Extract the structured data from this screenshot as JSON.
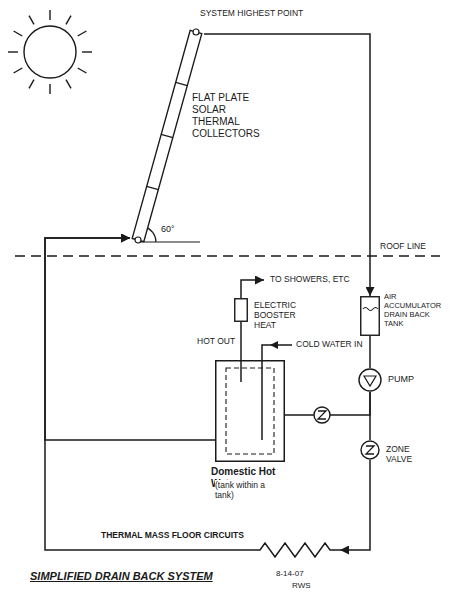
{
  "diagram": {
    "title": "SIMPLIFIED DRAIN BACK SYSTEM",
    "nodes": [
      {
        "text": [
          "FLAT PLATE SOLAR THERMAL COLLECTORS"
        ]
      },
      {
        "text": [
          "AIR ACCUMULATOR DRAIN BACK TANK"
        ]
      },
      {
        "text": [
          "ELECTRIC BOOSTER HEAT"
        ]
      },
      {
        "text": [
          "PUMP"
        ]
      },
      {
        "text": [
          "Domestic Hot Water",
          "(tank within a tank)"
        ]
      },
      {
        "text": [
          "ZONE VALVE"
        ]
      },
      {
        "text": [
          "THERMAL MASS FLOOR CIRCUITS"
        ]
      }
    ],
    "edges": [
      {
        "from": 0,
        "to": 1,
        "arrow": "to"
      },
      {
        "from": 1,
        "to": 3,
        "arrow": "none"
      },
      {
        "from": 3,
        "to": 5,
        "arrow": "none"
      },
      {
        "from": 3,
        "to": 4,
        "arrow": "none"
      },
      {
        "from": 4,
        "to": 2,
        "arrow": "none",
        "label": "HOT OUT"
      },
      {
        "from": 5,
        "to": 6,
        "arrow": "to"
      },
      {
        "from": 6,
        "to": 0,
        "arrow": "to"
      },
      {
        "from": 4,
        "to": 0,
        "arrow": "to"
      }
    ],
    "labels": [
      "SYSTEM HIGHEST POINT",
      "60°",
      "ROOF LINE",
      "TO SHOWERS, ETC",
      "COLD WATER IN",
      "8-14-07",
      "RWS"
    ]
  }
}
